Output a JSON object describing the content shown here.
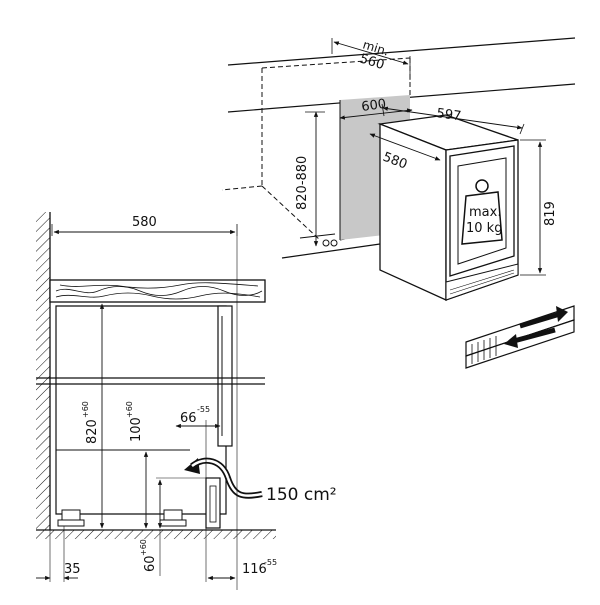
{
  "top_view": {
    "min_label": "min.",
    "min_value": "560",
    "niche_width": "600",
    "niche_height": "820-880",
    "appliance_width": "597",
    "appliance_depth": "580",
    "appliance_height": "819",
    "max_load_line1": "max.",
    "max_load_line2": "10 kg"
  },
  "side_view": {
    "depth": "580",
    "niche_height": "820",
    "niche_height_tol": "+60",
    "plinth_height": "100",
    "plinth_height_tol": "+60",
    "vent_offset": "66",
    "vent_offset_tol": "-55",
    "vent_area": "150 cm²",
    "foot_height": "60",
    "foot_height_tol": "+60",
    "wall_gap": "35",
    "bottom_offset": "116",
    "bottom_offset_tol": "-55"
  }
}
